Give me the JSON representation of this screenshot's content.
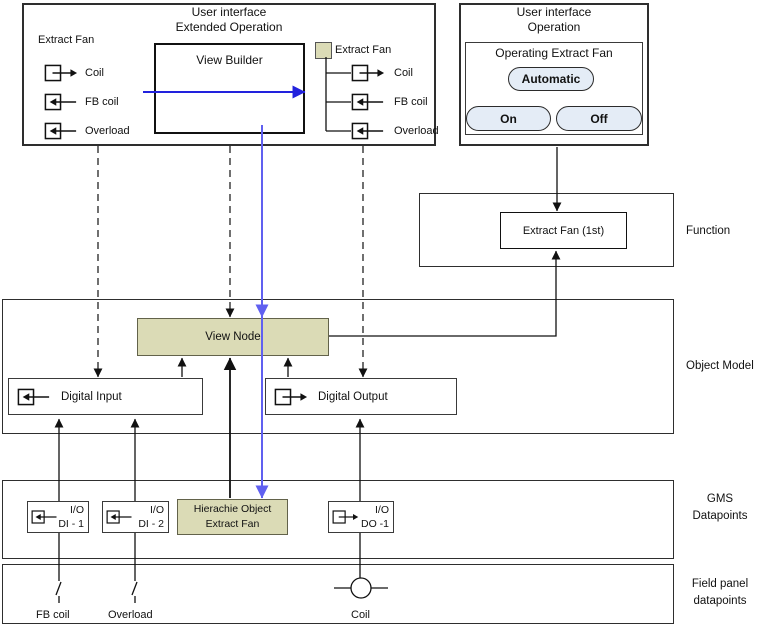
{
  "colors": {
    "khaki": "#dbdbb6",
    "khaki_border": "#62624a",
    "blue_dark": "#2222dd",
    "blue_light": "#6060f0",
    "pill": "#e4ecf6"
  },
  "extended_operation": {
    "title_line1": "User interface",
    "title_line2": "Extended Operation",
    "source_group": {
      "title": "Extract Fan",
      "items": [
        {
          "label": "Coil",
          "icon": "output-icon"
        },
        {
          "label": "FB coil",
          "icon": "input-icon"
        },
        {
          "label": "Overload",
          "icon": "input-icon"
        }
      ]
    },
    "view_builder_label": "View Builder",
    "result_group": {
      "title": "Extract Fan",
      "items": [
        {
          "label": "Coil",
          "icon": "output-icon"
        },
        {
          "label": "FB coil",
          "icon": "input-icon"
        },
        {
          "label": "Overload",
          "icon": "input-icon"
        }
      ]
    }
  },
  "operation": {
    "title_line1": "User interface",
    "title_line2": "Operation",
    "panel_title": "Operating Extract Fan",
    "buttons": {
      "automatic": "Automatic",
      "on": "On",
      "off": "Off"
    }
  },
  "function_layer": {
    "label": "Function",
    "box_label": "Extract Fan (1st)"
  },
  "object_model": {
    "label": "Object Model",
    "view_node": "View Node",
    "digital_input": "Digital Input",
    "digital_output": "Digital Output"
  },
  "gms": {
    "label_line1": "GMS",
    "label_line2": "Datapoints",
    "datapoints": [
      {
        "line1": "I/O",
        "line2": "DI - 1",
        "icon": "input-icon"
      },
      {
        "line1": "I/O",
        "line2": "DI - 2",
        "icon": "input-icon"
      },
      {
        "line1": "Hierachie Object",
        "line2": "Extract Fan",
        "icon": "none"
      },
      {
        "line1": "I/O",
        "line2": "DO -1",
        "icon": "output-icon"
      }
    ]
  },
  "field_panel": {
    "label_line1": "Field panel",
    "label_line2": "datapoints",
    "symbols": [
      {
        "label": "FB coil",
        "type": "switch-contact"
      },
      {
        "label": "Overload",
        "type": "switch-contact"
      },
      {
        "label": "Coil",
        "type": "coil"
      }
    ]
  }
}
